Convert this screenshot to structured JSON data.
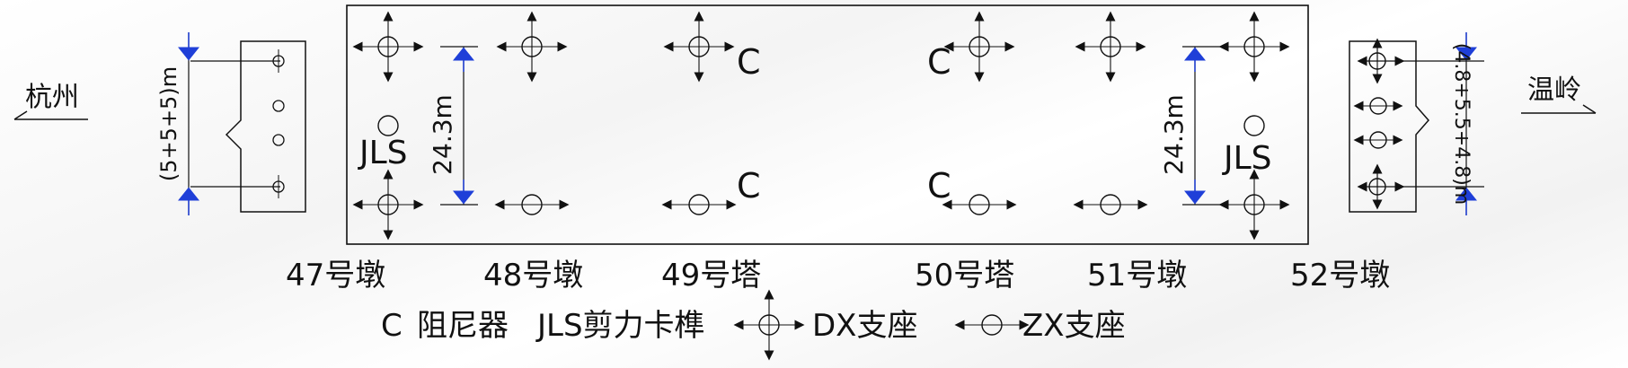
{
  "cities": {
    "left": "杭州",
    "right": "温岭"
  },
  "dimensions": {
    "left_span": "24.3m",
    "right_span": "24.3m",
    "left_spacing": "(5+5+5)m",
    "right_spacing": "(4.8+5.5+4.8)m"
  },
  "device_labels": {
    "damper": "C",
    "shear_key": "JLS"
  },
  "piers": [
    "47号墩",
    "48号墩",
    "49号塔",
    "50号塔",
    "51号墩",
    "52号墩"
  ],
  "legend": {
    "damper_symbol": "C",
    "damper_text": "阻尼器",
    "shear_key_text": "JLS剪力卡榫",
    "dx_text": "DX支座",
    "zx_text": "ZX支座"
  },
  "colors": {
    "line": "#111111",
    "dimension_arrow": "#1f3fd8"
  }
}
